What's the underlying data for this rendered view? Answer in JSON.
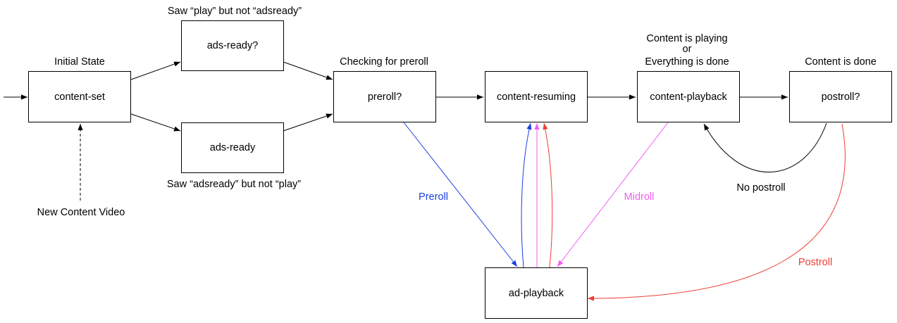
{
  "colors": {
    "line": "#000000",
    "preroll": "#1b3fe0",
    "midroll": "#f25df2",
    "postroll": "#ee3d33"
  },
  "states": {
    "content_set": "content-set",
    "ads_ready_q": "ads-ready?",
    "ads_ready": "ads-ready",
    "preroll_q": "preroll?",
    "content_resuming": "content-resuming",
    "content_playback": "content-playback",
    "postroll_q": "postroll?",
    "ad_playback": "ad-playback"
  },
  "annotations": {
    "initial_state": "Initial State",
    "saw_play": "Saw “play” but not “adsready”",
    "saw_adsready": "Saw “adsready” but not “play”",
    "checking_preroll": "Checking for preroll",
    "content_playing": "Content is playing",
    "or": "or",
    "everything_done": "Everything is done",
    "content_done": "Content is done",
    "new_content_video": "New Content Video"
  },
  "edge_labels": {
    "preroll": "Preroll",
    "midroll": "Midroll",
    "no_postroll": "No postroll",
    "postroll": "Postroll"
  }
}
